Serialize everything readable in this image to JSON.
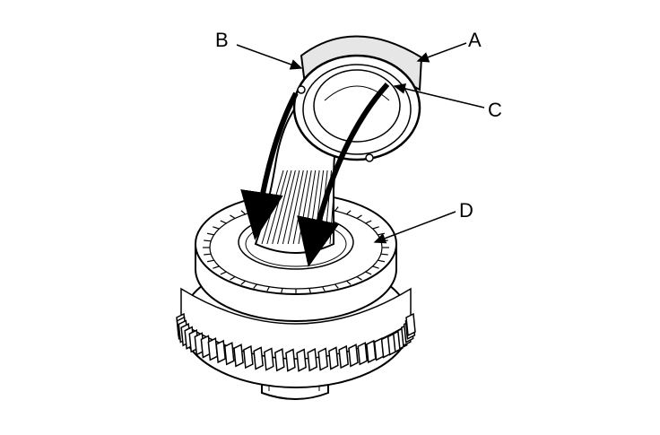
{
  "labels": {
    "a": "A",
    "b": "B",
    "c": "C",
    "d": "D"
  },
  "colors": {
    "ink": "#000000",
    "paper": "#ffffff",
    "shade": "#e6e6e6"
  }
}
